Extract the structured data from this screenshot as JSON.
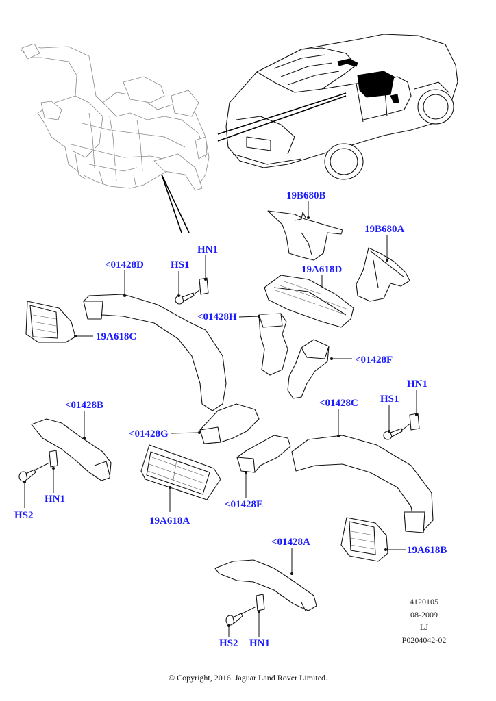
{
  "diagram": {
    "title": "Air distribution ducts and vents - exploded parts diagram",
    "labels": {
      "p19B680B": "19B680B",
      "p19B680A": "19B680A",
      "p19A618D": "19A618D",
      "p01428D": "<01428D",
      "hs1_top": "HS1",
      "hn1_top": "HN1",
      "p01428H": "<01428H",
      "p19A618C": "19A618C",
      "p01428F": "<01428F",
      "hn1_right": "HN1",
      "hs1_right": "HS1",
      "p01428C": "<01428C",
      "p01428B": "<01428B",
      "p01428G": "<01428G",
      "hn1_left": "HN1",
      "hs2_left": "HS2",
      "p19A618A": "19A618A",
      "p01428E": "<01428E",
      "p19A618B": "19A618B",
      "p01428A": "<01428A",
      "hs2_bottom": "HS2",
      "hn1_bottom": "HN1"
    },
    "reference": {
      "code": "4120105",
      "date": "08-2009",
      "initials": "LJ",
      "drawing_number": "P0204042-02"
    },
    "copyright": "© Copyright, 2016. Jaguar Land Rover Limited.",
    "label_color": "#1a1aff"
  }
}
